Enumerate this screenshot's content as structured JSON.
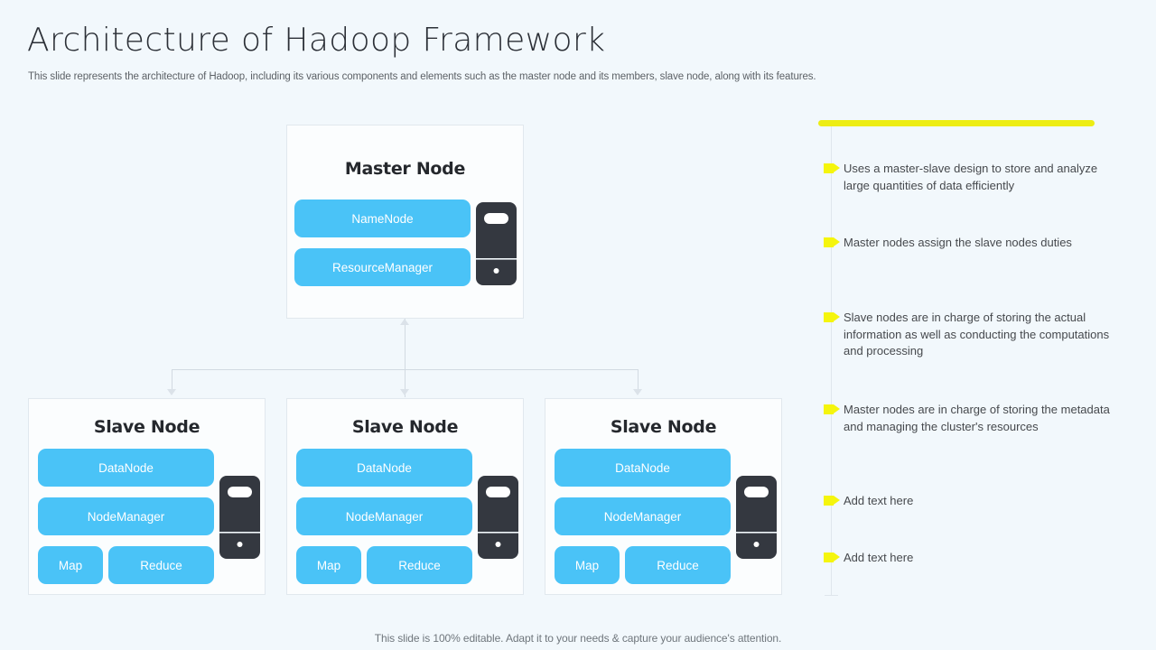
{
  "header": {
    "title": "Architecture of Hadoop Framework",
    "subtitle": "This slide represents the architecture of Hadoop, including its various components and elements such as the master node and its members, slave node, along with its features."
  },
  "colors": {
    "background": "#f2f8fc",
    "node_fill": "#fbfdfe",
    "node_border": "#e1e8ee",
    "pill_blue": "#4ac3f7",
    "accent_yellow": "#eded14",
    "server_dark": "#343840",
    "connector": "#d2dae2",
    "title_text": "#2b2f36",
    "body_text": "#46494d"
  },
  "diagram": {
    "master": {
      "title": "Master Node",
      "components": [
        "NameNode",
        "ResourceManager"
      ],
      "server_icon": "server-tower-icon"
    },
    "slaves": [
      {
        "title": "Slave Node",
        "components": [
          "DataNode",
          "NodeManager"
        ],
        "tasks": [
          "Map",
          "Reduce"
        ],
        "server_icon": "server-tower-icon"
      },
      {
        "title": "Slave Node",
        "components": [
          "DataNode",
          "NodeManager"
        ],
        "tasks": [
          "Map",
          "Reduce"
        ],
        "server_icon": "server-tower-icon"
      },
      {
        "title": "Slave Node",
        "components": [
          "DataNode",
          "NodeManager"
        ],
        "tasks": [
          "Map",
          "Reduce"
        ],
        "server_icon": "server-tower-icon"
      }
    ]
  },
  "features": {
    "bullets": [
      "Uses a master-slave design to store and analyze large quantities of data efficiently",
      "Master nodes assign the slave nodes duties",
      "Slave nodes are in charge of storing the actual information as well as conducting the computations and processing",
      "Master nodes are in charge of storing the metadata and managing the cluster's resources",
      "Add text here",
      "Add text here"
    ]
  },
  "footer": {
    "note": "This slide is 100% editable. Adapt it to your needs & capture your audience's attention."
  }
}
